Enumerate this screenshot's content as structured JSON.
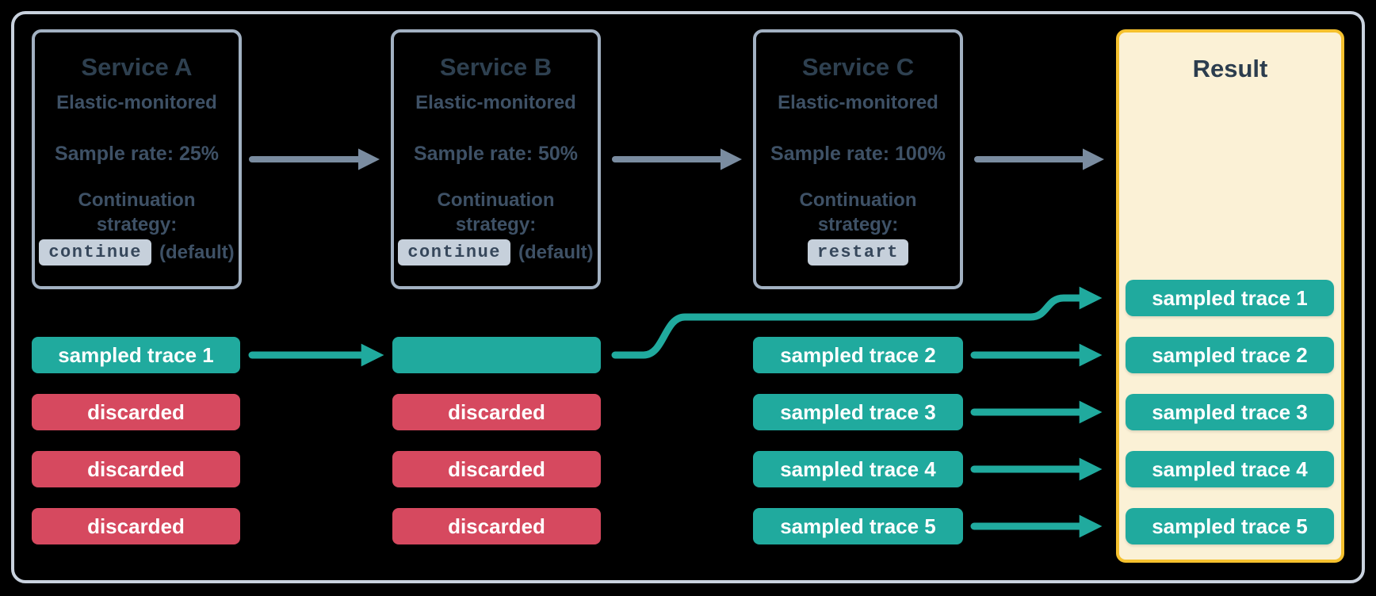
{
  "diagram": {
    "services": [
      {
        "title": "Service A",
        "subtitle": "Elastic-monitored",
        "sample_rate": "Sample rate: 25%",
        "continuation_label": "Continuation strategy:",
        "strategy_code": "continue",
        "strategy_suffix": "(default)"
      },
      {
        "title": "Service B",
        "subtitle": "Elastic-monitored",
        "sample_rate": "Sample rate: 50%",
        "continuation_label": "Continuation strategy:",
        "strategy_code": "continue",
        "strategy_suffix": "(default)"
      },
      {
        "title": "Service C",
        "subtitle": "Elastic-monitored",
        "sample_rate": "Sample rate: 100%",
        "continuation_label": "Continuation strategy:",
        "strategy_code": "restart",
        "strategy_suffix": ""
      }
    ],
    "trace_columns": {
      "service_a": [
        {
          "label": "sampled trace 1",
          "type": "sampled"
        },
        {
          "label": "discarded",
          "type": "discarded"
        },
        {
          "label": "discarded",
          "type": "discarded"
        },
        {
          "label": "discarded",
          "type": "discarded"
        }
      ],
      "service_b": [
        {
          "label": "",
          "type": "sampled"
        },
        {
          "label": "discarded",
          "type": "discarded"
        },
        {
          "label": "discarded",
          "type": "discarded"
        },
        {
          "label": "discarded",
          "type": "discarded"
        }
      ],
      "service_c": [
        {
          "label": "sampled trace 2",
          "type": "sampled"
        },
        {
          "label": "sampled trace 3",
          "type": "sampled"
        },
        {
          "label": "sampled trace 4",
          "type": "sampled"
        },
        {
          "label": "sampled trace 5",
          "type": "sampled"
        }
      ]
    },
    "result": {
      "title": "Result",
      "traces": [
        "sampled trace 1",
        "sampled trace 2",
        "sampled trace 3",
        "sampled trace 4",
        "sampled trace 5"
      ]
    },
    "colors": {
      "sampled_teal": "#20AA9E",
      "discarded_red": "#D6495F",
      "result_border_gold": "#F5C12E",
      "result_bg_cream": "#FBF1D6",
      "title_slate": "#2E4050",
      "body_slate": "#3E5166",
      "code_chip_bg": "#C6D0DB",
      "code_text": "#36475B",
      "flow_arrow_gray": "#7A8CA0",
      "service_border": "#A2B1C2",
      "outer_frame_border": "#C9D2DE",
      "chip_text": "#FFFFFF"
    }
  }
}
